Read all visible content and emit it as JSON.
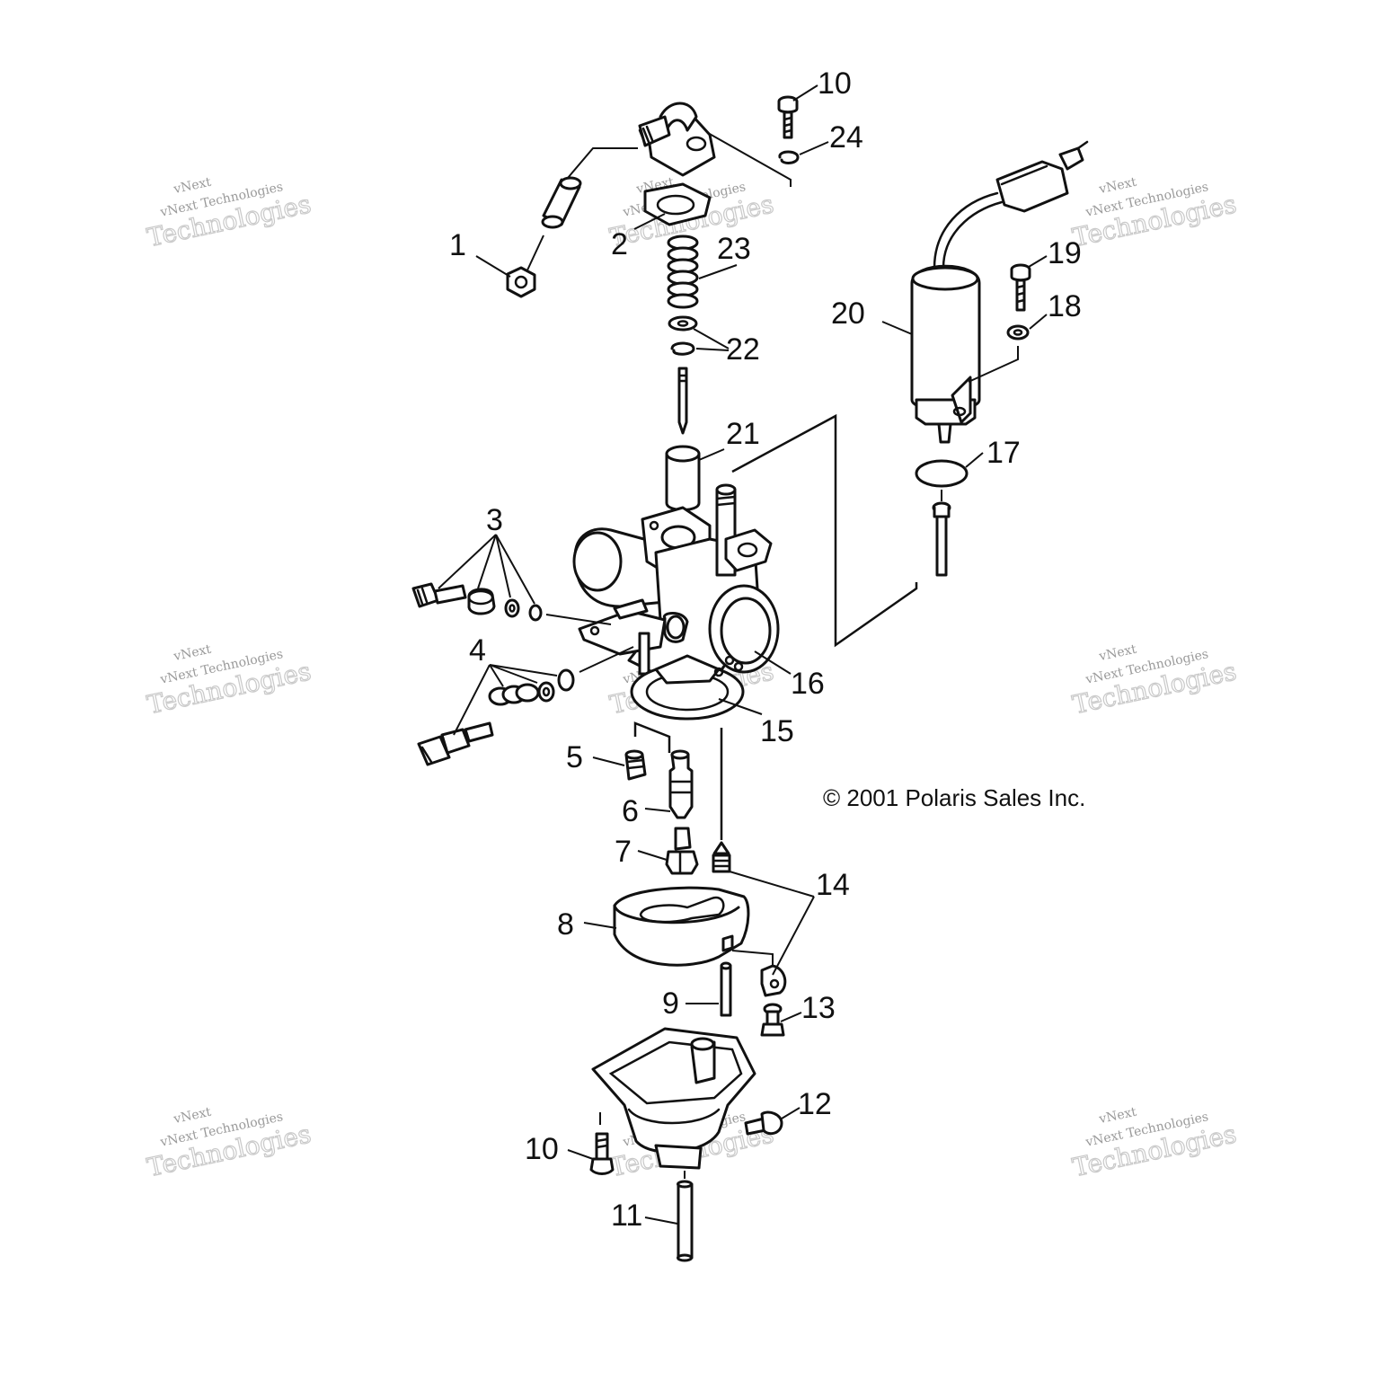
{
  "copyright": "© 2001 Polaris Sales Inc.",
  "watermark": {
    "brand": "vNext",
    "line": "vNext Technologies",
    "word": "Technologies"
  },
  "callouts": [
    "1",
    "2",
    "3",
    "4",
    "5",
    "6",
    "7",
    "8",
    "9",
    "10",
    "10",
    "11",
    "12",
    "13",
    "14",
    "15",
    "16",
    "17",
    "18",
    "19",
    "20",
    "21",
    "22",
    "23",
    "24"
  ],
  "colors": {
    "ink": "#111111",
    "paper": "#ffffff",
    "watermark": "#9a9a9a"
  }
}
